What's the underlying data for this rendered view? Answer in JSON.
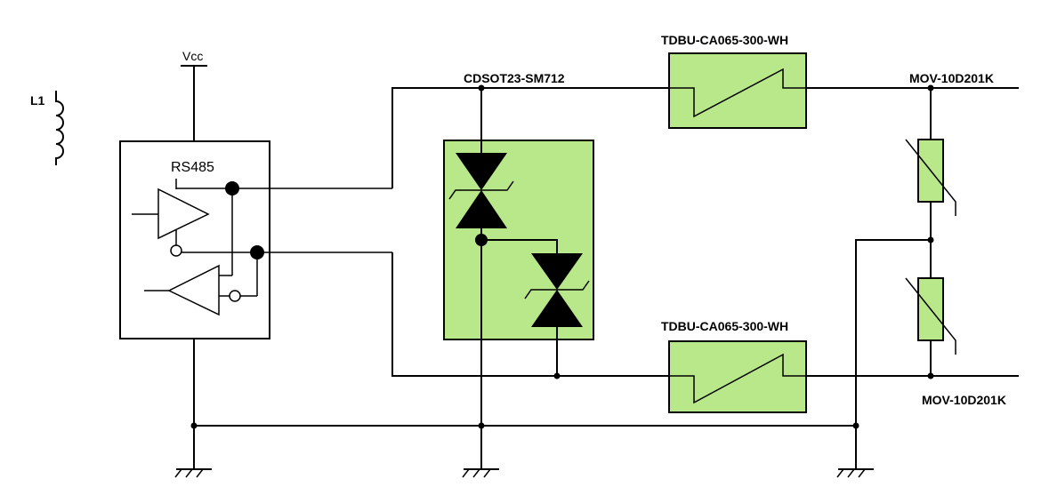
{
  "labels": {
    "inductor": "L1",
    "vcc": "Vcc",
    "transceiver": "RS485",
    "tvs_array": "CDSOT23-SM712",
    "tbu_top": "TDBU-CA065-300-WH",
    "tbu_bottom": "TDBU-CA065-300-WH",
    "mov_top": "MOV-10D201K",
    "mov_bottom": "MOV-10D201K"
  },
  "colors": {
    "component_fill": "#b9e88a",
    "line": "#000000"
  }
}
